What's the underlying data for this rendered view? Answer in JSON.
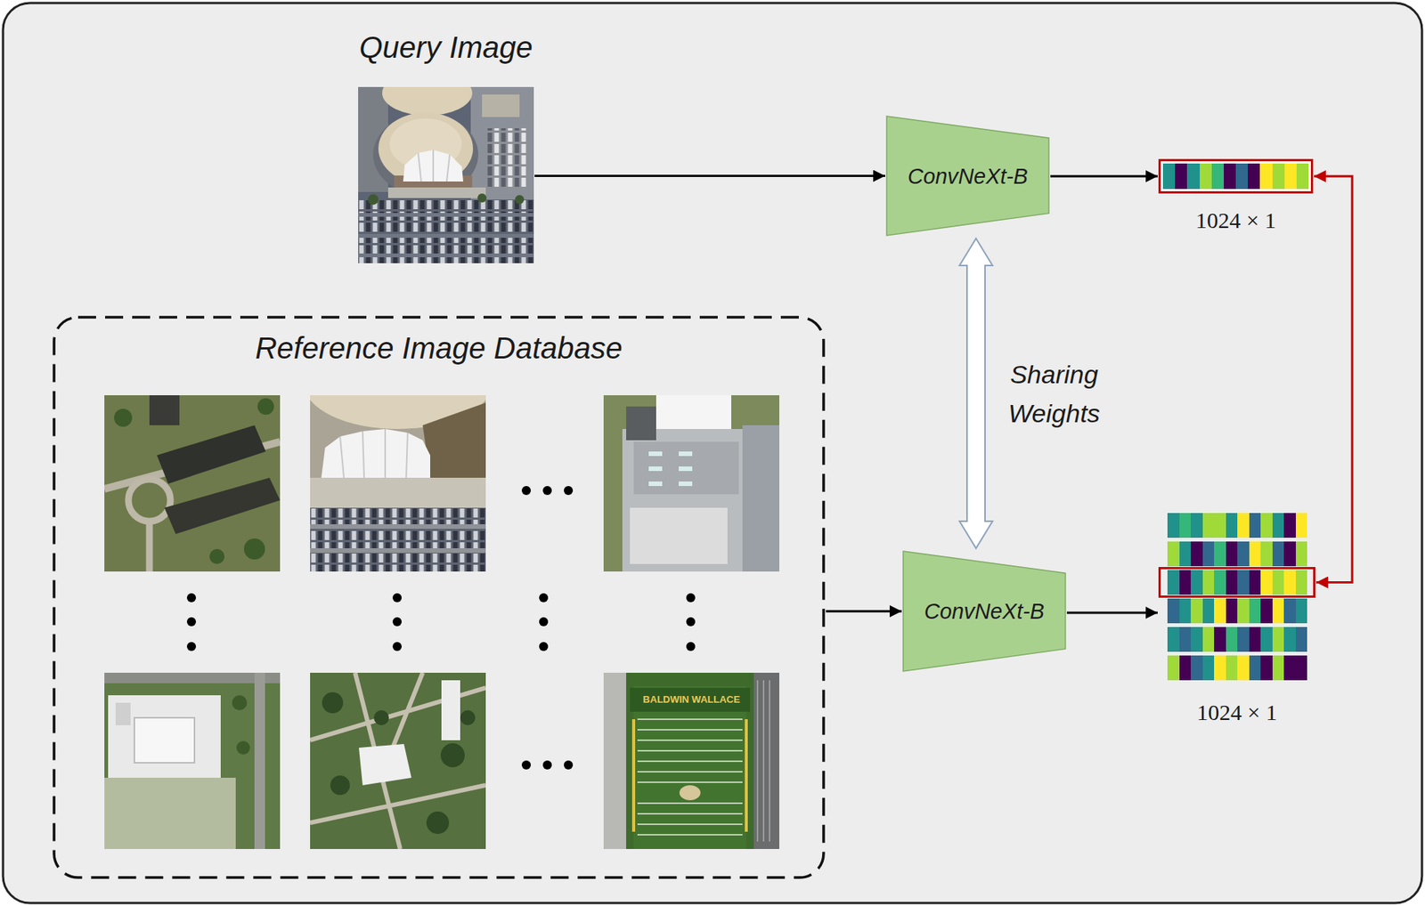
{
  "diagram": {
    "nodes": [
      {
        "text": [
          "Query Image"
        ]
      },
      {
        "text": [
          "Reference Image Database"
        ]
      },
      {
        "text": [
          "ConvNeXt-B"
        ]
      },
      {
        "text": [
          "ConvNeXt-B"
        ]
      },
      {
        "text": [
          "1024 × 1"
        ]
      },
      {
        "text": [
          "1024 × 1"
        ]
      }
    ],
    "edges": [
      {
        "from": 0,
        "to": 2,
        "arrow": "to"
      },
      {
        "from": 2,
        "to": 4,
        "arrow": "to"
      },
      {
        "from": 1,
        "to": 3,
        "arrow": "to"
      },
      {
        "from": 3,
        "to": 5,
        "arrow": "to"
      },
      {
        "from": 2,
        "to": 3,
        "arrow": "both",
        "label": "Sharing Weights"
      },
      {
        "from": 4,
        "to": 5,
        "arrow": "both"
      }
    ],
    "labels": [
      "BALDWIN WALLACE"
    ]
  }
}
